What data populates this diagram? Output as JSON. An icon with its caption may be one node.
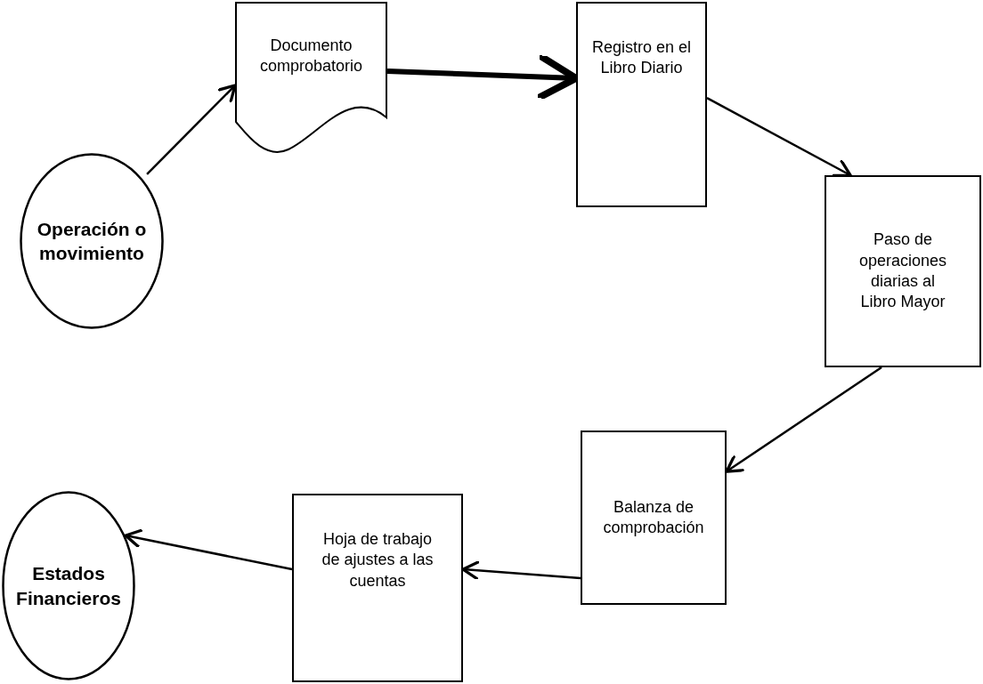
{
  "diagram": {
    "nodes": [
      {
        "text": [
          "Operación o movimiento"
        ]
      },
      {
        "text": [
          "Documento comprobatorio"
        ]
      },
      {
        "text": [
          "Registro en el Libro Diario"
        ]
      },
      {
        "text": [
          "Paso de operaciones diarias al Libro Mayor"
        ]
      },
      {
        "text": [
          "Balanza de comprobación"
        ]
      },
      {
        "text": [
          "Hoja de trabajo de ajustes a las cuentas"
        ]
      },
      {
        "text": [
          "Estados Financieros"
        ]
      }
    ],
    "edges": [
      {
        "from": 0,
        "to": 1,
        "arrow": "to"
      },
      {
        "from": 1,
        "to": 2,
        "arrow": "to",
        "style": "thick"
      },
      {
        "from": 2,
        "to": 3,
        "arrow": "to"
      },
      {
        "from": 3,
        "to": 4,
        "arrow": "to"
      },
      {
        "from": 4,
        "to": 5,
        "arrow": "to"
      },
      {
        "from": 5,
        "to": 6,
        "arrow": "to"
      }
    ]
  }
}
